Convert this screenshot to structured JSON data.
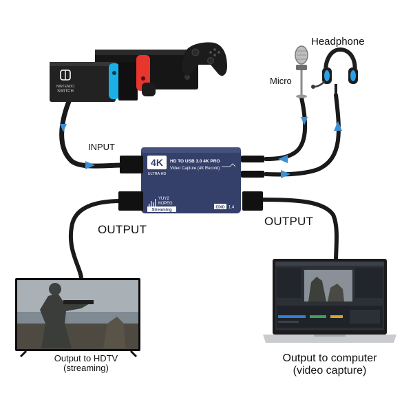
{
  "labels": {
    "headphone": "Headphone",
    "micro": "Micro",
    "input": "INPUT",
    "output_left": "OUTPUT",
    "output_right": "OUTPUT",
    "hdtv_line1": "Output to HDTV",
    "hdtv_line2": "(streaming)",
    "computer_line1": "Output to computer",
    "computer_line2": "(video capture)"
  },
  "device": {
    "badge": "4K",
    "badge_sub": "ULTRA HD",
    "line1": "HD TO USB 3.0 4K PRO",
    "line2": "Video Capture (4K Record)",
    "format1": "YUY2",
    "format2": "MJPEG",
    "streaming": "Streaming",
    "edid": "EDID",
    "edid_ver": "1.4"
  },
  "switch_dock": {
    "brand": "NINTENDO",
    "model": "SWITCH"
  },
  "colors": {
    "device_body": "#34406a",
    "cable": "#1a1a1a",
    "arrow": "#3a8fd6",
    "joycon_blue": "#1ab0e6",
    "joycon_red": "#e8352e"
  }
}
